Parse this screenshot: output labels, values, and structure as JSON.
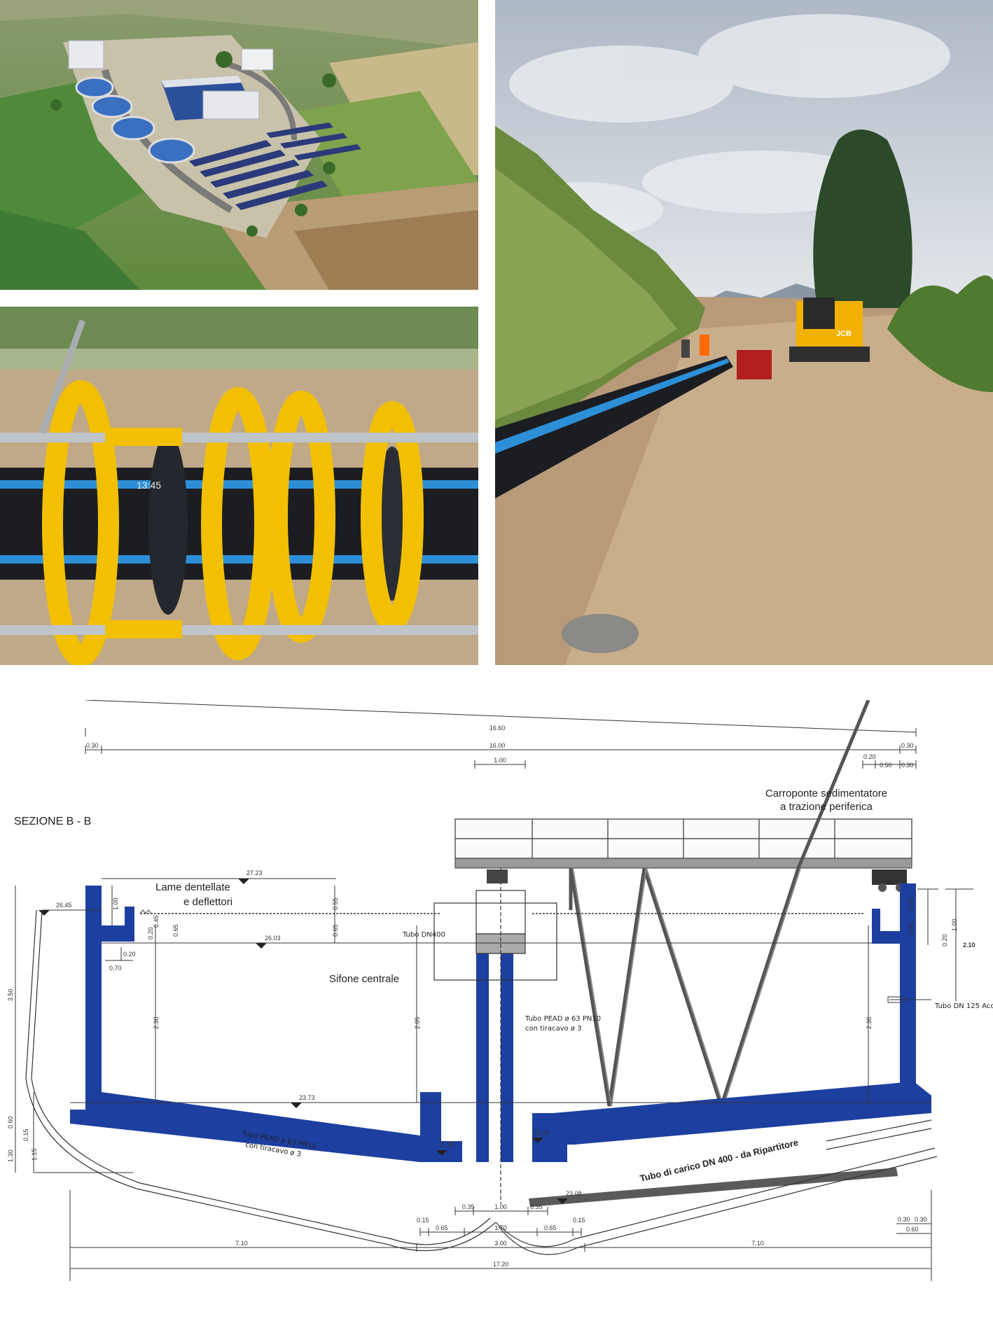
{
  "colors": {
    "concrete_blue": "#1d3fa0",
    "pipe_black": "#1b1d22",
    "pipe_stripe": "#2d8fd8",
    "machine_yellow": "#f2c000",
    "sky": "#c9d3de",
    "soil": "#b89a78"
  },
  "photos": {
    "welding": {
      "pipe_marking": "13:45"
    },
    "trench": {
      "excavator_brand": "JCB"
    }
  },
  "drawing": {
    "section_title": "SEZIONE  B - B",
    "labels": {
      "bridge_line1": "Carroponte sedimentatore",
      "bridge_line2": "a trazione periferica",
      "weirs_line1": "Lame dentellate",
      "weirs_line2": "e deflettori",
      "siphon": "Sifone centrale",
      "tubo_dn400": "Tubo DN400",
      "pead_right_line1": "Tubo PEAD ø 63 PN10",
      "pead_right_line2": "con tiracavo ø 3",
      "pead_left_line1": "Tubo PEAD ø 63 PN10",
      "pead_left_line2": "con tiracavo ø 3",
      "inlet_pipe": "Tubo di carico DN 400 - da Ripartitore",
      "tubo_dn125": "Tubo DN 125 Acc."
    },
    "elevations": {
      "top_wall": "27.23",
      "ground": "26.45",
      "water": "26.03",
      "floor": "23.73",
      "slab_right": "23.08",
      "pit_right": "22.23",
      "pit_left": "21.98"
    },
    "dims": {
      "top_total": "16.60",
      "top_inner": "16.00",
      "top_wall_left": "0.30",
      "top_wall_right": "0.30",
      "top_center": "1.00",
      "top_r1": "0.20",
      "top_r2": "0.50",
      "top_r3": "0.30",
      "left_1_00": "1.00",
      "left_0_20": "0.20",
      "left_0_20b": "0.20",
      "left_0_70": "0.70",
      "left_0_45": "0.45",
      "left_0_65": "0.65",
      "left_2_30": "2.30",
      "left_3_50": "3.50",
      "left_0_60": "0.60",
      "left_0_15": "0.15",
      "left_1_15": "1.15",
      "left_1_30": "1.30",
      "mid_0_55": "0.55",
      "mid_0_65": "0.65",
      "mid_2_85": "2.85",
      "right_0_55": "0.55",
      "right_0_45": "0.45",
      "right_1_00": "1.00",
      "right_0_20": "0.20",
      "right_2_10": "2.10",
      "right_2_30": "2.30",
      "bot_035a": "0.35",
      "bot_100": "1.00",
      "bot_035b": "0.35",
      "bot_015a": "0.15",
      "bot_065a": "0.65",
      "bot_170": "1.70",
      "bot_065b": "0.65",
      "bot_015b": "0.15",
      "bot_710a": "7.10",
      "bot_300": "3.00",
      "bot_710b": "7.10",
      "bot_1720": "17.20",
      "bot_r030a": "0.30",
      "bot_r030b": "0.30",
      "bot_r060": "0.60"
    }
  }
}
